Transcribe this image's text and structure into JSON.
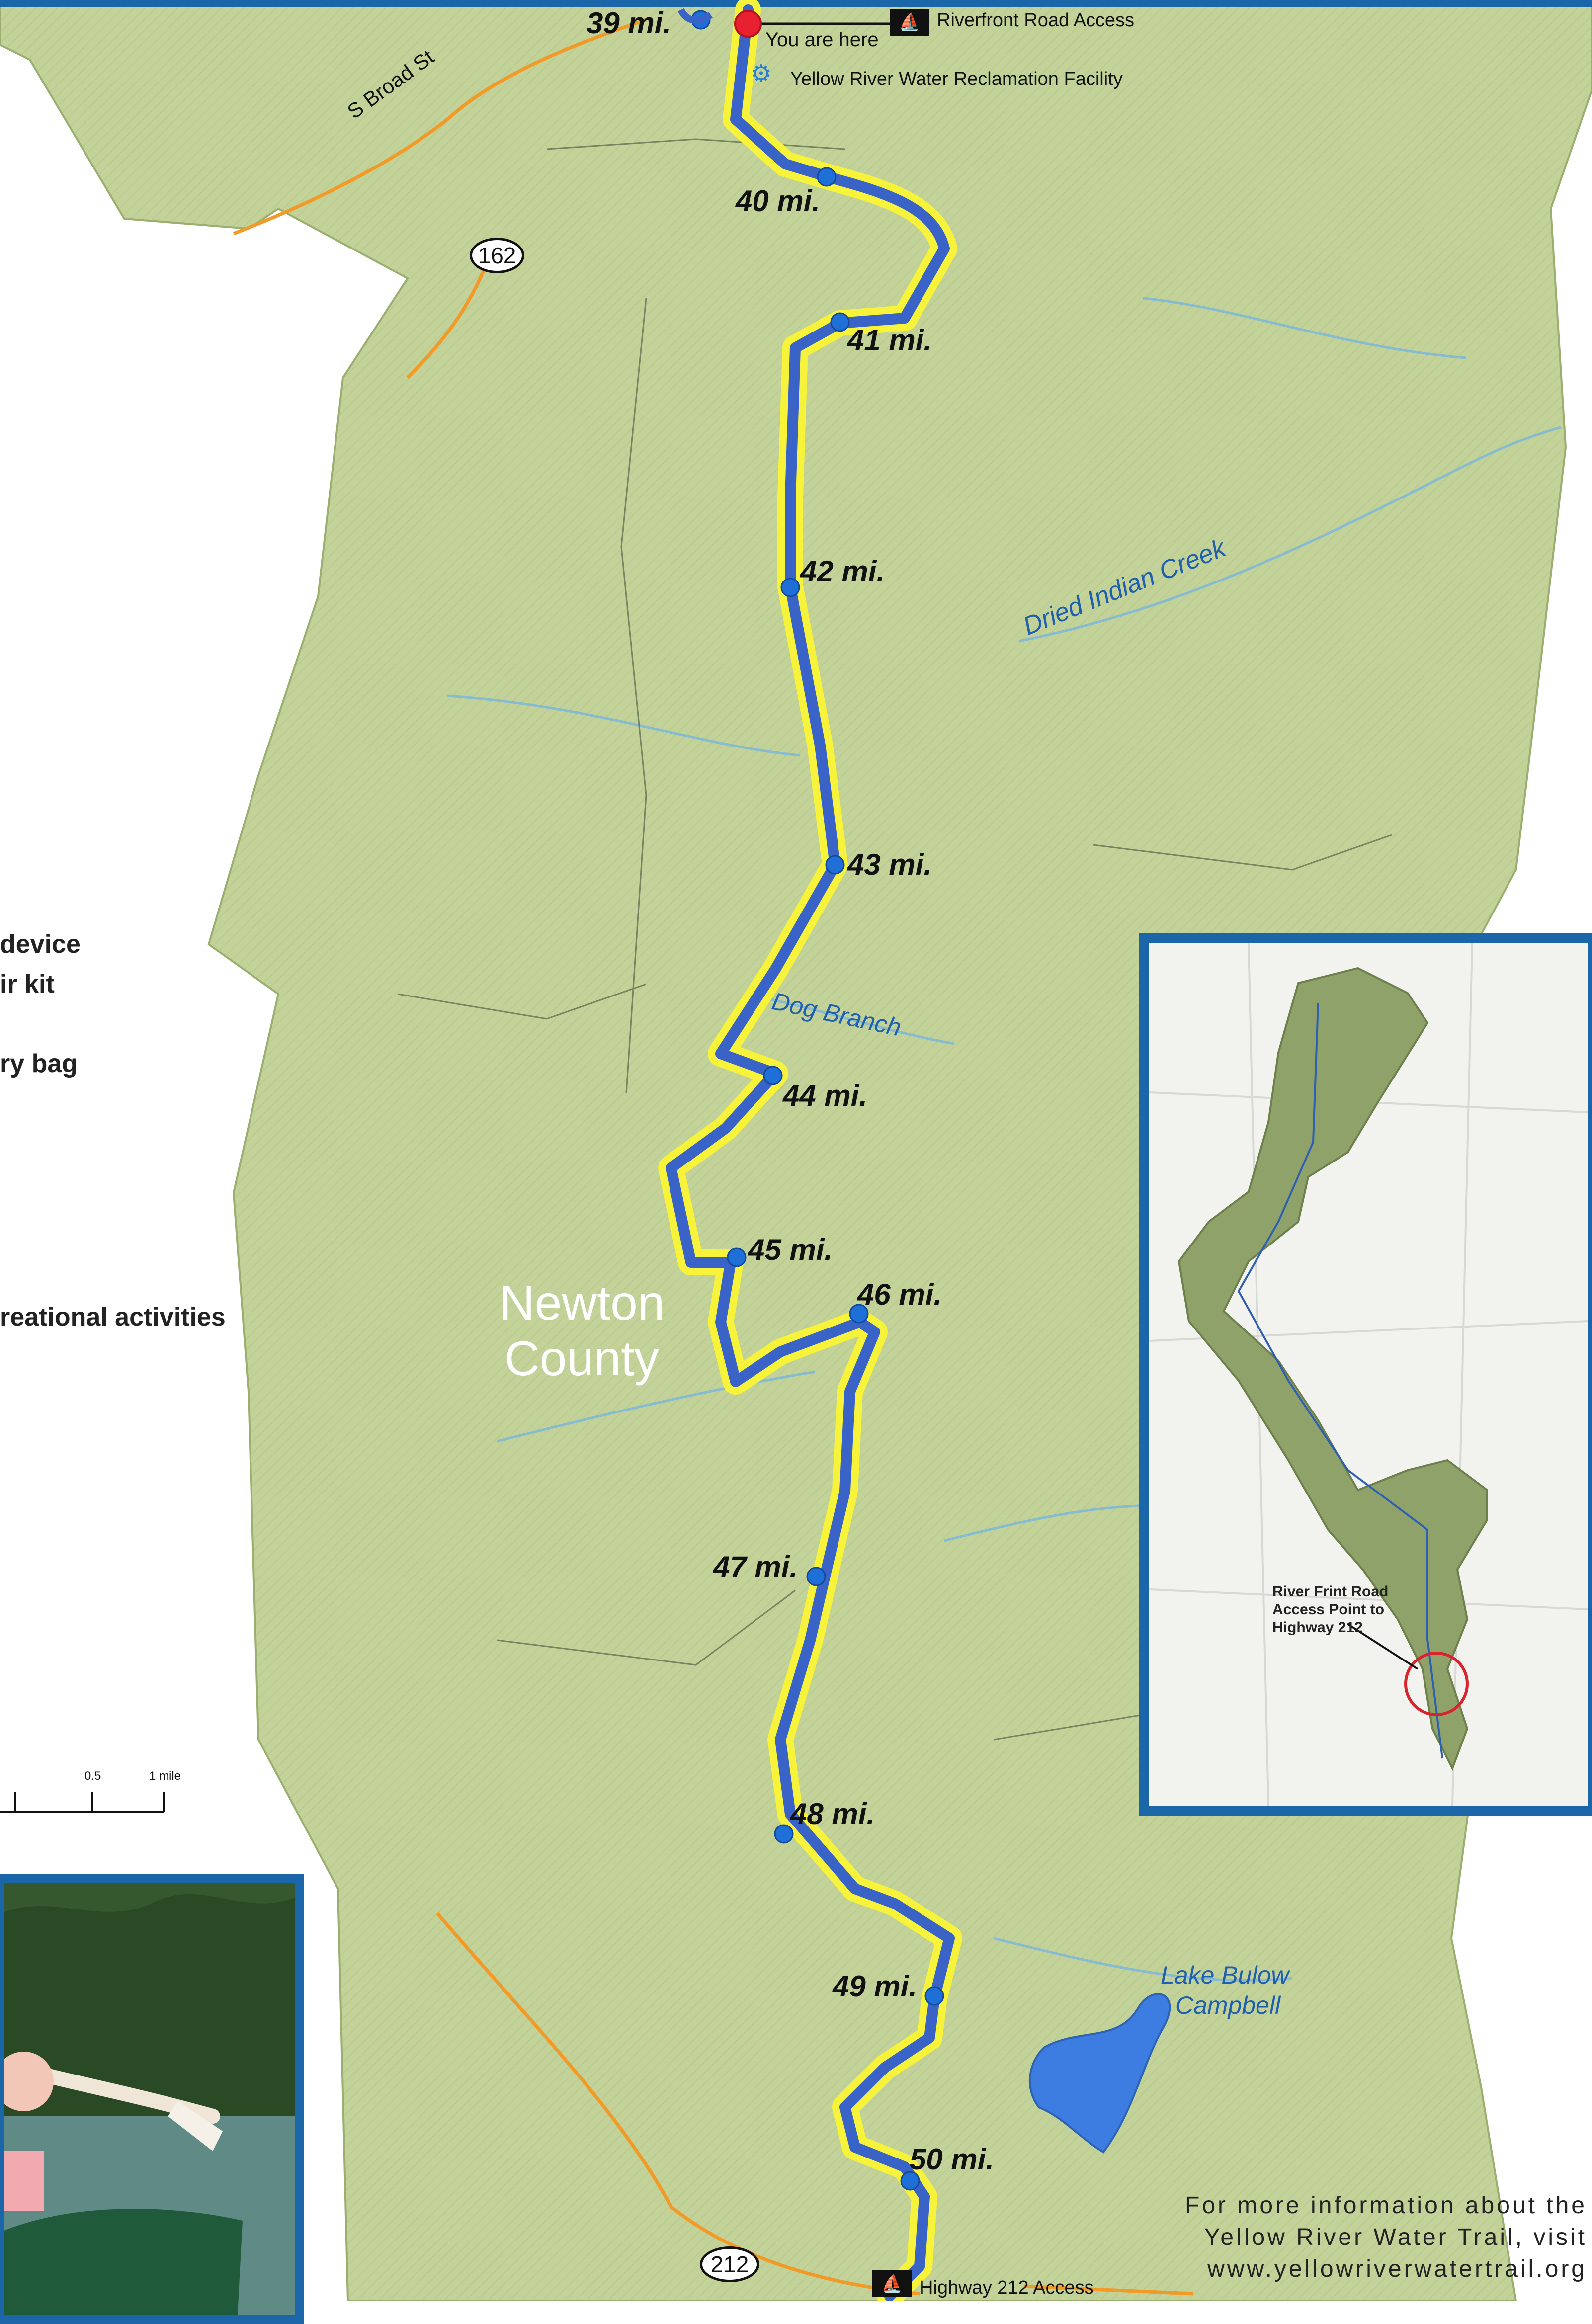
{
  "map": {
    "trail_color": "#3a63c8",
    "trail_halo_color": "#f7f23a",
    "terrain_color": "#c2d298",
    "road_color": "#f29a27",
    "stream_color": "#7fb8d8",
    "mile_markers": [
      "39 mi.",
      "40 mi.",
      "41 mi.",
      "42 mi.",
      "43 mi.",
      "44 mi.",
      "45 mi.",
      "46 mi.",
      "47 mi.",
      "48 mi.",
      "49 mi.",
      "50 mi."
    ],
    "you_are_here": "You are here",
    "access_points": {
      "top": "Riverfront Road Access",
      "bottom": "Highway 212 Access"
    },
    "facility": "Yellow River Water Reclamation Facility",
    "street_label": "S Broad St",
    "route_shields": [
      "162",
      "212"
    ],
    "water_labels": {
      "dried_indian_creek": "Dried Indian Creek",
      "dog_branch": "Dog Branch",
      "lake_line1": "Lake Bulow",
      "lake_line2": "Campbell"
    },
    "county": {
      "line1": "Newton",
      "line2": "County"
    },
    "scale": {
      "mid": "0.5",
      "end": "1 mile"
    },
    "legend_fragments": [
      "device",
      "ir kit",
      "ry bag",
      "reational activities"
    ],
    "inset": {
      "note_lines": [
        "River Frint Road",
        "Access Point to",
        "Highway 212"
      ]
    },
    "info_lines": [
      "For more information about the",
      "Yellow River Water Trail, visit",
      "www.yellowriverwatertrail.org"
    ]
  }
}
